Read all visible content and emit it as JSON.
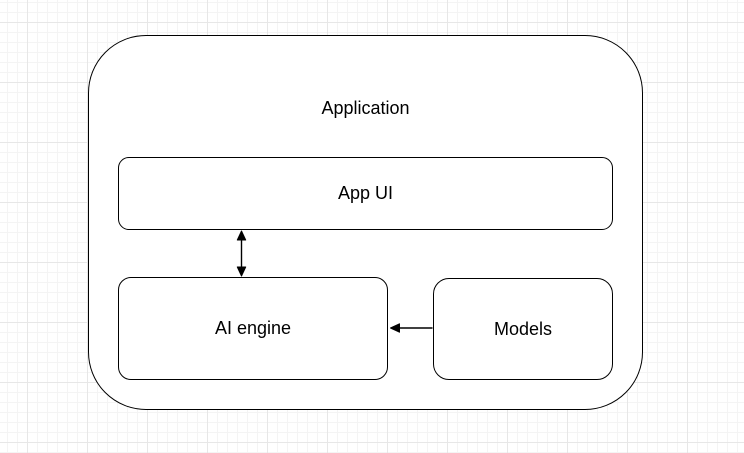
{
  "diagram": {
    "canvas": {
      "background_color": "#ffffff",
      "grid_minor_color": "#f4f4f4",
      "grid_major_color": "#e7e7e7"
    },
    "style": {
      "node_fill": "#ffffff",
      "node_stroke": "#000000",
      "text_color": "#000000",
      "connector_color": "#000000"
    },
    "nodes": {
      "application": {
        "label": "Application",
        "type": "container"
      },
      "app_ui": {
        "label": "App UI"
      },
      "ai_engine": {
        "label": "AI engine"
      },
      "models": {
        "label": "Models"
      }
    },
    "connectors": [
      {
        "from": "App UI",
        "to": "AI engine",
        "direction": "bidirectional",
        "orientation": "vertical"
      },
      {
        "from": "Models",
        "to": "AI engine",
        "direction": "one-way",
        "orientation": "horizontal"
      }
    ]
  }
}
